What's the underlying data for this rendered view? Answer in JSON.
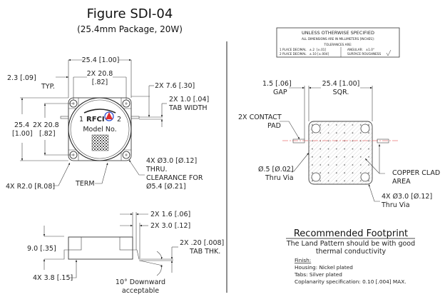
{
  "title": "Figure SDI-04",
  "subtitle": "(25.4mm Package, 20W)",
  "top_view": {
    "width_dim": "25.4 [1.00]",
    "hole_spacing_h": [
      "2X 20.8",
      "[.82]"
    ],
    "edge_dim": [
      "2.3 [.09]",
      "TYP."
    ],
    "tab_pos_dim": "2X 7.6 [.30]",
    "tab_width_dim": [
      "2X 1.0 [.04]",
      "TAB WIDTH"
    ],
    "height_dim": [
      "25.4",
      "[1.00]"
    ],
    "hole_spacing_v": [
      "2X 20.8",
      "[.82]"
    ],
    "corner_radius": "4X R2.0 [R.08]",
    "term_label": "TERM",
    "hole_dim": [
      "4X Ø3.0 [Ø.12]",
      "THRU.",
      "CLEARANCE FOR",
      "Ø5.4 [Ø.21]"
    ],
    "port1": "1",
    "port2": "2",
    "logo_text": "RFCI",
    "model_label": "Model No."
  },
  "side_view": {
    "height_dim": "9.0 [.35]",
    "foot_dim": "4X 3.8 [.15]",
    "tab_offset_1": "2X 1.6 [.06]",
    "tab_offset_2": "2X 3.0 [.12]",
    "tab_thk": [
      "2X .20 [.008]",
      "TAB THK."
    ],
    "bend_note": [
      "10° Downward",
      "acceptable"
    ]
  },
  "tolerance_box": {
    "heading": "UNLESS OTHERWISE SPECIFIED",
    "units": "ALL DIMENSIONS ARE IN MILLIMETERS [INCHES]:",
    "tol_heading": "TOLERANCES ARE:",
    "one_place": "1 PLACE DECIMAL   ±.2  [±.01]",
    "two_place": "2 PLACE DECIMAL   ±.10 [±.004]",
    "angular": "ANGULAR:   ±1.0°",
    "roughness": "SURFACE ROUGHNESS"
  },
  "footprint": {
    "gap_dim": [
      "1.5 [.06]",
      "GAP"
    ],
    "size_dim": [
      "25.4 [1.00]",
      "SQR."
    ],
    "contact_pad": [
      "2X  CONTACT",
      "PAD"
    ],
    "via_small": [
      "Ø.5 [Ø.02]",
      "Thru Via"
    ],
    "copper": [
      "COPPER CLAD",
      "AREA"
    ],
    "via_large": [
      "4X Ø3.0 [Ø.12]",
      "Thru Via"
    ],
    "heading": "Recommended Footprint",
    "note": [
      "The Land Pattern should be with good",
      "thermal conductivity"
    ],
    "finish_heading": "Finish:",
    "finish": [
      "Housing: Nickel plated",
      "Tabs: Silver plated",
      "Coplanarity specification: 0.10 [.004] MAX."
    ]
  },
  "colors": {
    "logo_red": "#e03030",
    "logo_blue": "#3050d0",
    "centerline": "#e03030"
  }
}
